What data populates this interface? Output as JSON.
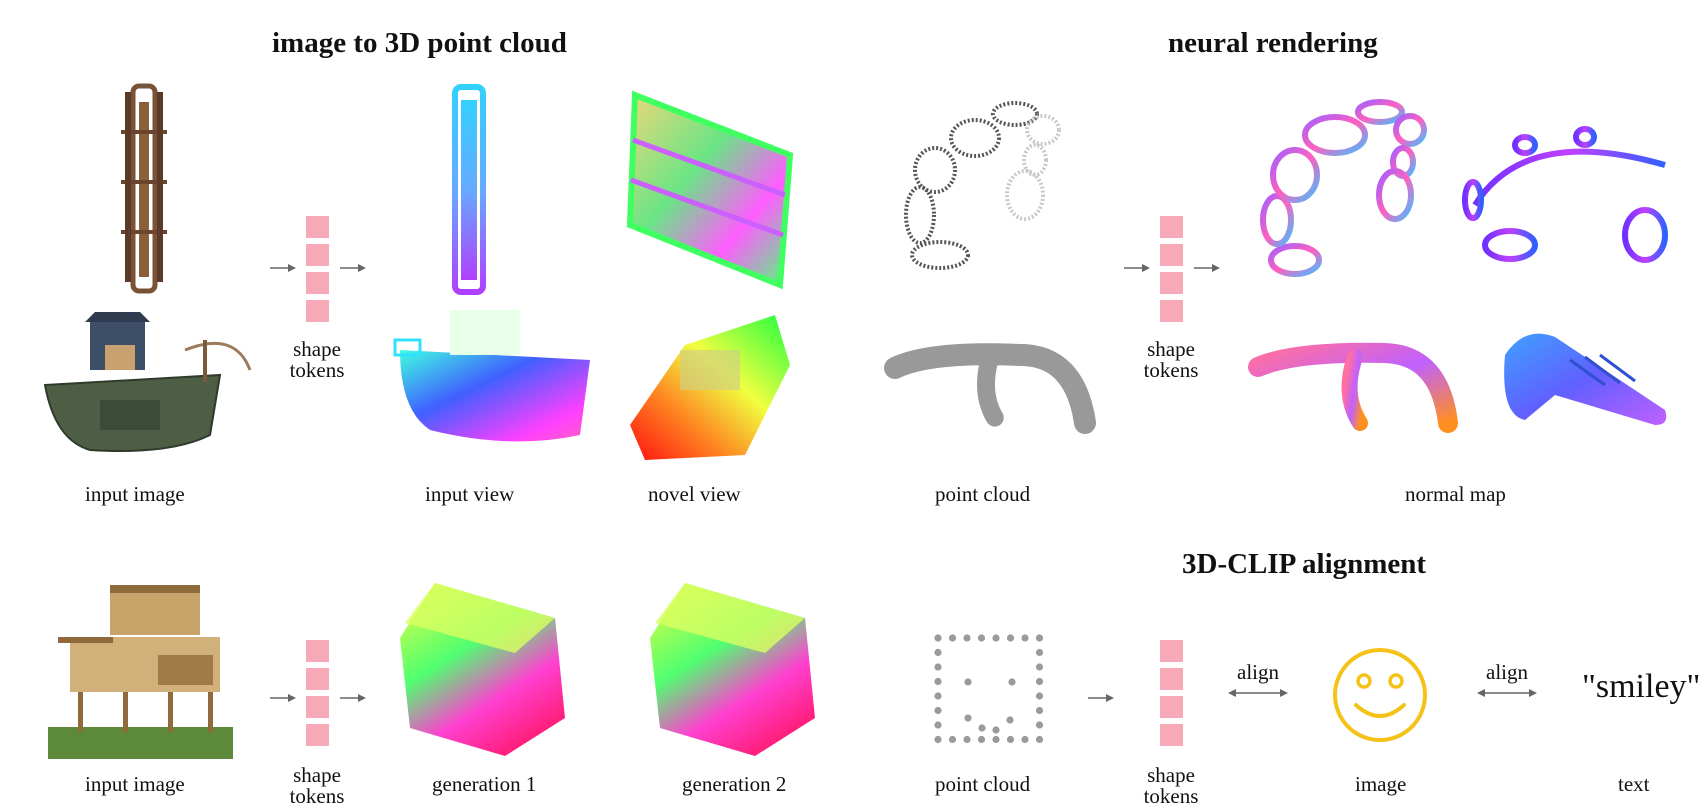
{
  "sections": {
    "img2pc": {
      "title": "image to 3D point cloud"
    },
    "neural": {
      "title": "neural rendering"
    },
    "clip": {
      "title": "3D-CLIP alignment"
    }
  },
  "labels": {
    "input_image_top": "input image",
    "input_view": "input view",
    "novel_view": "novel view",
    "point_cloud_top": "point cloud",
    "normal_map": "normal map",
    "input_image_bottom": "input image",
    "generation_1": "generation 1",
    "generation_2": "generation 2",
    "point_cloud_bottom": "point cloud",
    "image": "image",
    "text": "text",
    "align_left": "align",
    "align_right": "align",
    "smiley_quote": "\"smiley\""
  },
  "shape_tokens": {
    "line1": "shape",
    "line2": "tokens"
  },
  "colors": {
    "token": "#f7a9b7",
    "smiley": "#f5c21a",
    "arrow": "#666666",
    "points": "#9a9a9a"
  }
}
